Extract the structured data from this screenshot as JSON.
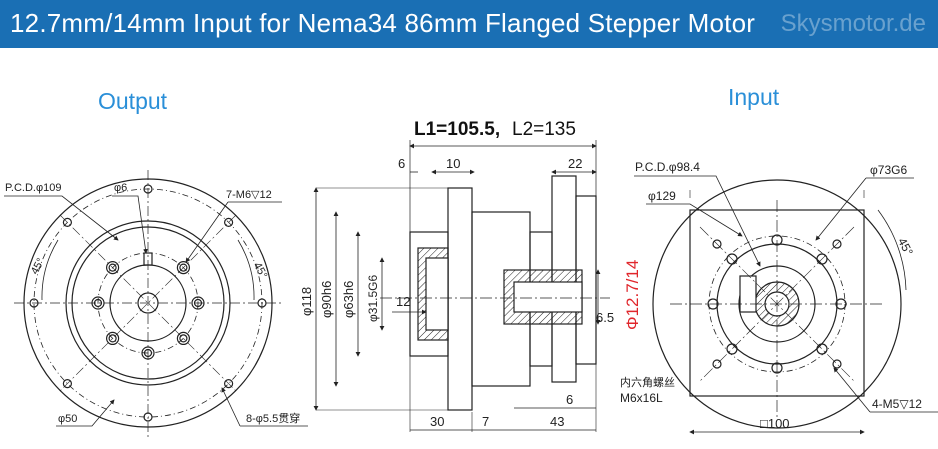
{
  "header": {
    "title": "12.7mm/14mm Input for Nema34 86mm Flanged Stepper Motor",
    "watermark": "Skysmotor.de"
  },
  "labels": {
    "output": "Output",
    "input": "Input"
  },
  "colors": {
    "banner": "#1a6fb4",
    "label_blue": "#2a8fd8",
    "bore_red": "#e0262b"
  },
  "output_view": {
    "pcd": "P.C.D.φ109",
    "pin": "φ6",
    "thread": "7-M6▽12",
    "angle_left": "45°",
    "angle_right": "45°",
    "hole": "8-φ5.5贯穿",
    "outer": "φ50"
  },
  "side_view": {
    "l1": "L1=105.5,",
    "l2": "L2=135",
    "d_top_6": "6",
    "d_top_10": "10",
    "d_top_22": "22",
    "d_118": "φ118",
    "d_90": "φ90h6",
    "d_63": "φ63h6",
    "d_31": "φ31.5G6",
    "d_12": "12",
    "bore": "Φ12.7/14",
    "d_65": "6.5",
    "d_bot_6": "6",
    "screw_cn": "内六角螺丝",
    "screw": "M6x16L",
    "d_30": "30",
    "d_7": "7",
    "d_43": "43"
  },
  "input_view": {
    "pcd": "P.C.D.φ98.4",
    "d_73": "φ73G6",
    "d_129": "φ129",
    "angle": "45°",
    "thread": "4-M5▽12",
    "square": "□100"
  }
}
